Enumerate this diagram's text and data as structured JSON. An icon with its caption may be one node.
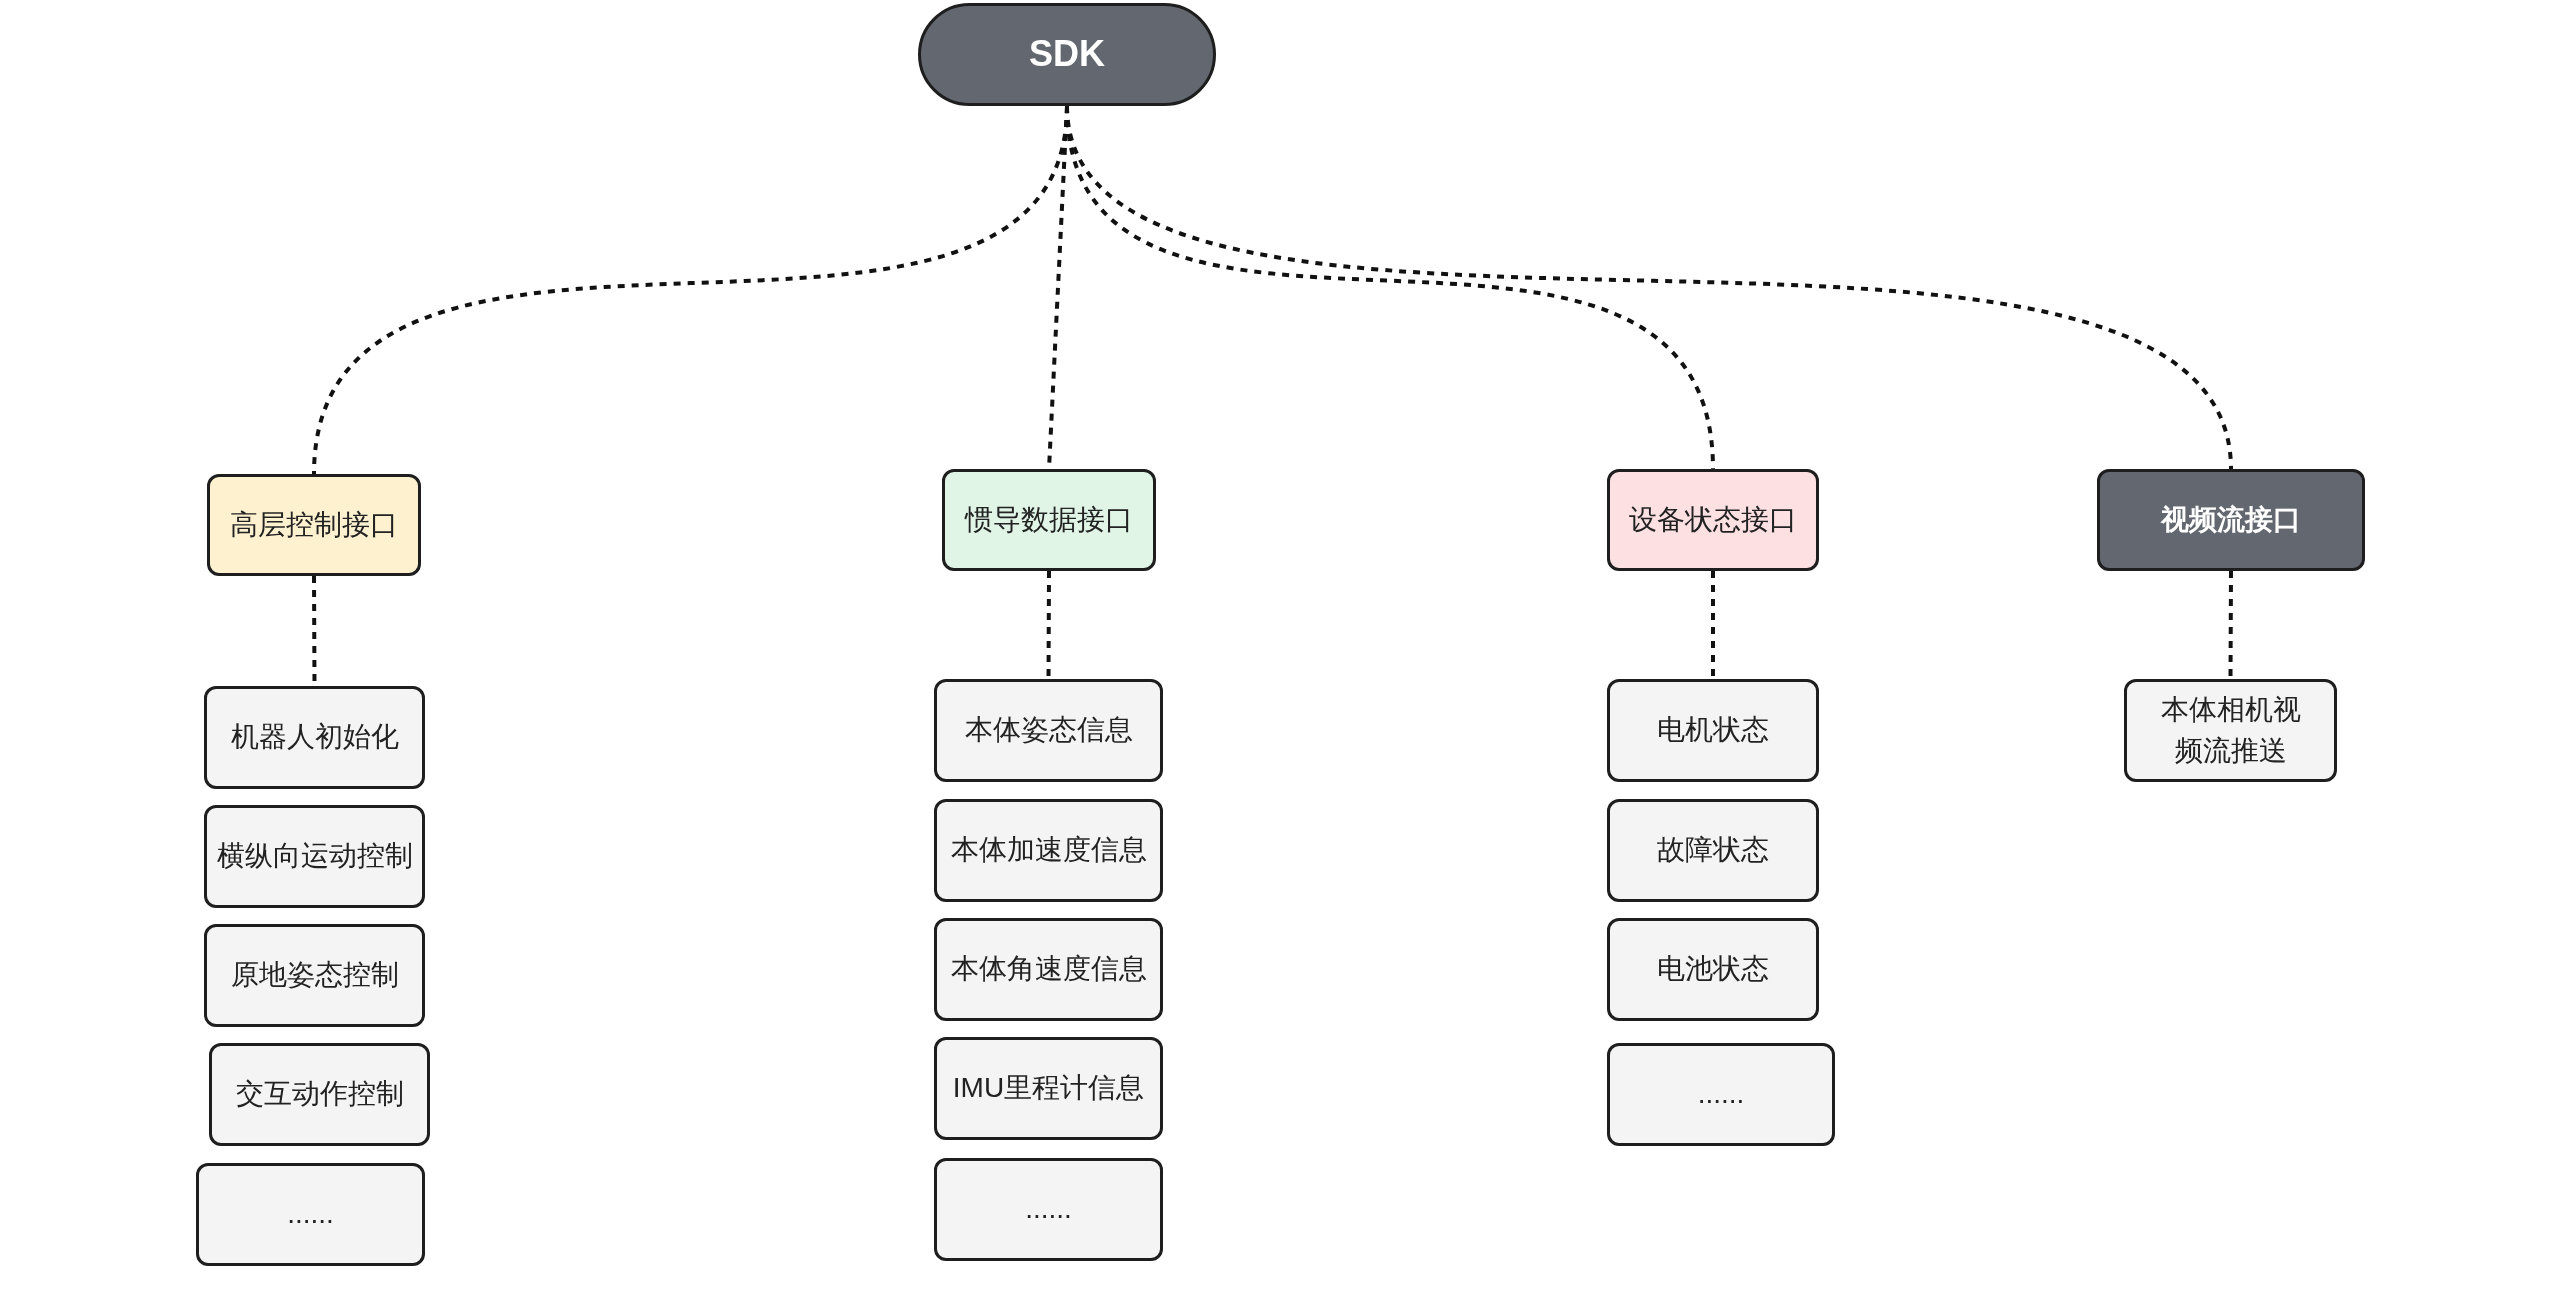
{
  "diagram": {
    "nodes": [
      {
        "text": [
          "SDK"
        ]
      },
      {
        "text": [
          "高层控制接口"
        ]
      },
      {
        "text": [
          "惯导数据接口"
        ]
      },
      {
        "text": [
          "设备状态接口"
        ]
      },
      {
        "text": [
          "视频流接口"
        ]
      },
      {
        "text": [
          "机器人初始化"
        ]
      },
      {
        "text": [
          "横纵向运动控制"
        ]
      },
      {
        "text": [
          "原地姿态控制"
        ]
      },
      {
        "text": [
          "交互动作控制"
        ]
      },
      {
        "text": [
          "......"
        ]
      },
      {
        "text": [
          "本体姿态信息"
        ]
      },
      {
        "text": [
          "本体加速度信息"
        ]
      },
      {
        "text": [
          "本体角速度信息"
        ]
      },
      {
        "text": [
          "IMU里程计信息"
        ]
      },
      {
        "text": [
          "......"
        ]
      },
      {
        "text": [
          "电机状态"
        ]
      },
      {
        "text": [
          "故障状态"
        ]
      },
      {
        "text": [
          "电池状态"
        ]
      },
      {
        "text": [
          "......"
        ]
      },
      {
        "text": [
          "本体相机视频流推送"
        ]
      }
    ],
    "edges": [
      {
        "from": 0,
        "to": 1,
        "arrow": "none",
        "style": "dashed"
      },
      {
        "from": 0,
        "to": 2,
        "arrow": "none",
        "style": "dashed"
      },
      {
        "from": 0,
        "to": 3,
        "arrow": "none",
        "style": "dashed"
      },
      {
        "from": 0,
        "to": 4,
        "arrow": "none",
        "style": "dashed"
      },
      {
        "from": 1,
        "to": 5,
        "arrow": "none",
        "style": "dashed"
      },
      {
        "from": 2,
        "to": 10,
        "arrow": "none",
        "style": "dashed"
      },
      {
        "from": 3,
        "to": 15,
        "arrow": "none",
        "style": "dashed"
      },
      {
        "from": 4,
        "to": 19,
        "arrow": "none",
        "style": "dashed"
      }
    ]
  }
}
